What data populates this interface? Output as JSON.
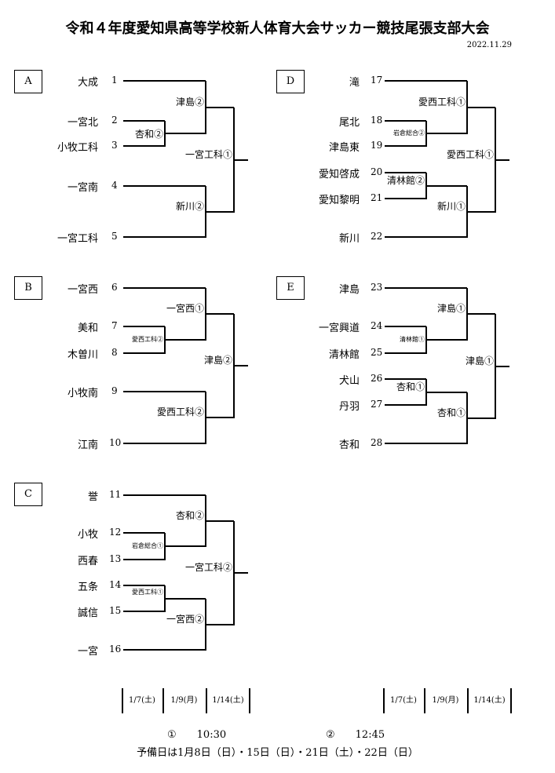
{
  "title": "令和４年度愛知県高等学校新人体育大会サッカー競技尾張支部大会",
  "date": "2022.11.29",
  "blocks": [
    {
      "label": "A",
      "teams": [
        {
          "name": "大成",
          "num": "1"
        },
        {
          "name": "一宮北",
          "num": "2"
        },
        {
          "name": "小牧工科",
          "num": "3"
        },
        {
          "name": "一宮南",
          "num": "4"
        },
        {
          "name": "一宮工科",
          "num": "5"
        }
      ],
      "winners": {
        "r1": "杏和②",
        "top": "津島②",
        "bottom": "新川②",
        "final": "一宮工科①"
      }
    },
    {
      "label": "B",
      "teams": [
        {
          "name": "一宮西",
          "num": "6"
        },
        {
          "name": "美和",
          "num": "7"
        },
        {
          "name": "木曽川",
          "num": "8"
        },
        {
          "name": "小牧南",
          "num": "9"
        },
        {
          "name": "江南",
          "num": "10"
        }
      ],
      "winners": {
        "r1": "愛西工科②",
        "top": "一宮西①",
        "bottom": "愛西工科②",
        "final": "津島②"
      }
    },
    {
      "label": "C",
      "teams": [
        {
          "name": "誉",
          "num": "11"
        },
        {
          "name": "小牧",
          "num": "12"
        },
        {
          "name": "西春",
          "num": "13"
        },
        {
          "name": "五条",
          "num": "14"
        },
        {
          "name": "誠信",
          "num": "15"
        },
        {
          "name": "一宮",
          "num": "16"
        }
      ],
      "winners": {
        "r1a": "岩倉総合①",
        "r1b": "愛西工科①",
        "top": "杏和②",
        "bottom": "一宮西②",
        "final": "一宮工科②"
      }
    },
    {
      "label": "D",
      "teams": [
        {
          "name": "滝",
          "num": "17"
        },
        {
          "name": "尾北",
          "num": "18"
        },
        {
          "name": "津島東",
          "num": "19"
        },
        {
          "name": "愛知啓成",
          "num": "20"
        },
        {
          "name": "愛知黎明",
          "num": "21"
        },
        {
          "name": "新川",
          "num": "22"
        }
      ],
      "winners": {
        "r1a": "岩倉総合②",
        "r1b": "清林館②",
        "top": "愛西工科①",
        "bottom": "新川①",
        "final": "愛西工科①"
      }
    },
    {
      "label": "E",
      "teams": [
        {
          "name": "津島",
          "num": "23"
        },
        {
          "name": "一宮興道",
          "num": "24"
        },
        {
          "name": "清林館",
          "num": "25"
        },
        {
          "name": "犬山",
          "num": "26"
        },
        {
          "name": "丹羽",
          "num": "27"
        },
        {
          "name": "杏和",
          "num": "28"
        }
      ],
      "winners": {
        "r1a": "清林館①",
        "r1b": "杏和①",
        "top": "津島①",
        "bottom": "杏和①",
        "final": "津島①"
      }
    }
  ],
  "schedule": {
    "dates": [
      "1/7(土)",
      "1/9(月)",
      "1/14(土)"
    ]
  },
  "times": {
    "t1": "①　　10:30",
    "t2": "②　　12:45"
  },
  "reserve": "予備日は1月8日（日）・15日（日）・21日（土）・22日（日）"
}
